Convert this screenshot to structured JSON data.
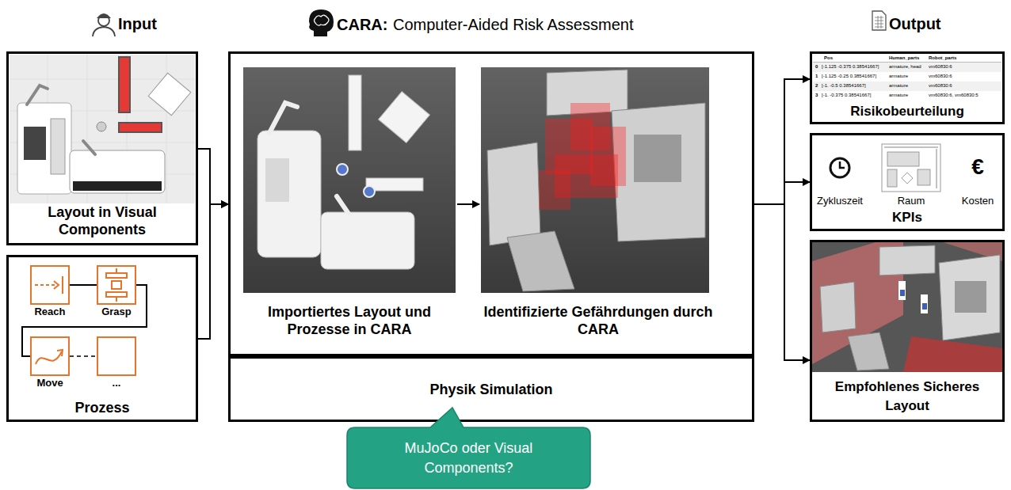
{
  "diagram": {
    "nodes": [
      {
        "text": [
          "Layout in Visual Components"
        ]
      },
      {
        "text": [
          "Prozess"
        ]
      },
      {
        "text": [
          "Reach"
        ],
        "in": 1
      },
      {
        "text": [
          "Grasp"
        ],
        "in": 1
      },
      {
        "text": [
          "Move"
        ],
        "in": 1
      },
      {
        "text": [
          "..."
        ],
        "in": 1
      },
      {
        "text": [
          "CARA:",
          "Computer-Aided Risk Assessment"
        ]
      },
      {
        "text": [
          "Importiertes Layout und Prozesse in CARA"
        ],
        "in": 6
      },
      {
        "text": [
          "Identifizierte Gefährdungen durch CARA"
        ],
        "in": 6
      },
      {
        "text": [
          "Physik Simulation"
        ]
      },
      {
        "text": [
          "MuJoCo oder Visual Components?"
        ]
      },
      {
        "text": [
          "Risikobeurteilung"
        ]
      },
      {
        "text": [
          "KPIs"
        ]
      },
      {
        "text": [
          "Empfohlenes Sicheres Layout"
        ]
      }
    ],
    "edges": [
      {
        "from": 0,
        "to": 6,
        "arrow": "to"
      },
      {
        "from": 1,
        "to": 6,
        "arrow": "to"
      },
      {
        "from": 2,
        "to": 3,
        "arrow": "none"
      },
      {
        "from": 3,
        "to": 4,
        "arrow": "none"
      },
      {
        "from": 4,
        "to": 5,
        "arrow": "none"
      },
      {
        "from": 7,
        "to": 8,
        "arrow": "to"
      },
      {
        "from": 6,
        "to": 11,
        "arrow": "to"
      },
      {
        "from": 6,
        "to": 12,
        "arrow": "to"
      },
      {
        "from": 6,
        "to": 13,
        "arrow": "to"
      }
    ],
    "labels": [
      "Input",
      "Output",
      "Pos",
      "Human_parts",
      "Robot_parts",
      "0",
      "[-1.125 -0.375 0.38541667]",
      "armature, head",
      "vm60830:6",
      "1",
      "[-1.125 -0.25 0.38541667]",
      "armature",
      "vm60830:6",
      "2",
      "[-1. -0.5 0.38541667]",
      "armature",
      "vm60830:6",
      "3",
      "[-1. -0.375 0.38541667]",
      "armature",
      "vm60830:6, vm60830:5",
      "Zykluszeit",
      "Raum",
      "Kosten",
      "€"
    ]
  }
}
